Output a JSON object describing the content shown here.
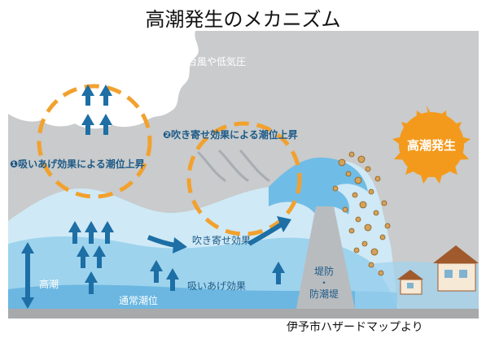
{
  "title": "高潮発生のメカニズム",
  "credit": "伊予市ハザードマップより",
  "labels": {
    "typhoon": "台風や低気圧",
    "effect1": "❶吸いあげ効果による潮位上昇",
    "effect2": "❷吹き寄せ効果による潮位上昇",
    "storm_surge": "高潮発生",
    "wind_push": "吹き寄せ効果",
    "suction": "吸いあげ効果",
    "high_tide": "高潮",
    "normal_tide": "通常潮位",
    "seawall": [
      "堤防",
      "・",
      "防潮堤"
    ]
  },
  "colors": {
    "sky": "#c9cbcc",
    "cloud": "#ffffff",
    "dashed_circle": "#f2a12e",
    "badge": "#f39a1c",
    "arrow": "#1d6fa5",
    "water_light": "#cfe9f6",
    "water_mid": "#8ccbea",
    "water_deep": "#5fb0dd",
    "seawall": "#b9bcbf"
  }
}
